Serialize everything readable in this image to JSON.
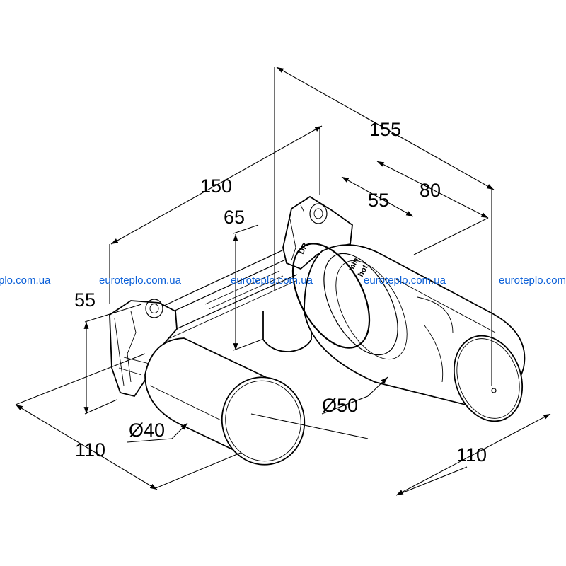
{
  "dimensions": {
    "d155": "155",
    "d150": "150",
    "d80": "80",
    "d55_top": "55",
    "d65": "65",
    "d55_left": "55",
    "d110_left": "110",
    "d110_right": "110",
    "dia40": "Ø40",
    "dia50": "Ø50"
  },
  "body_markings": {
    "dr": "DR",
    "hot": "hot",
    "min": "min"
  },
  "watermark": {
    "text": "euroteplo.com.ua",
    "partial": "plo.com.ua",
    "color": "#0a5fd8"
  },
  "colors": {
    "line": "#000000",
    "background": "#ffffff"
  }
}
